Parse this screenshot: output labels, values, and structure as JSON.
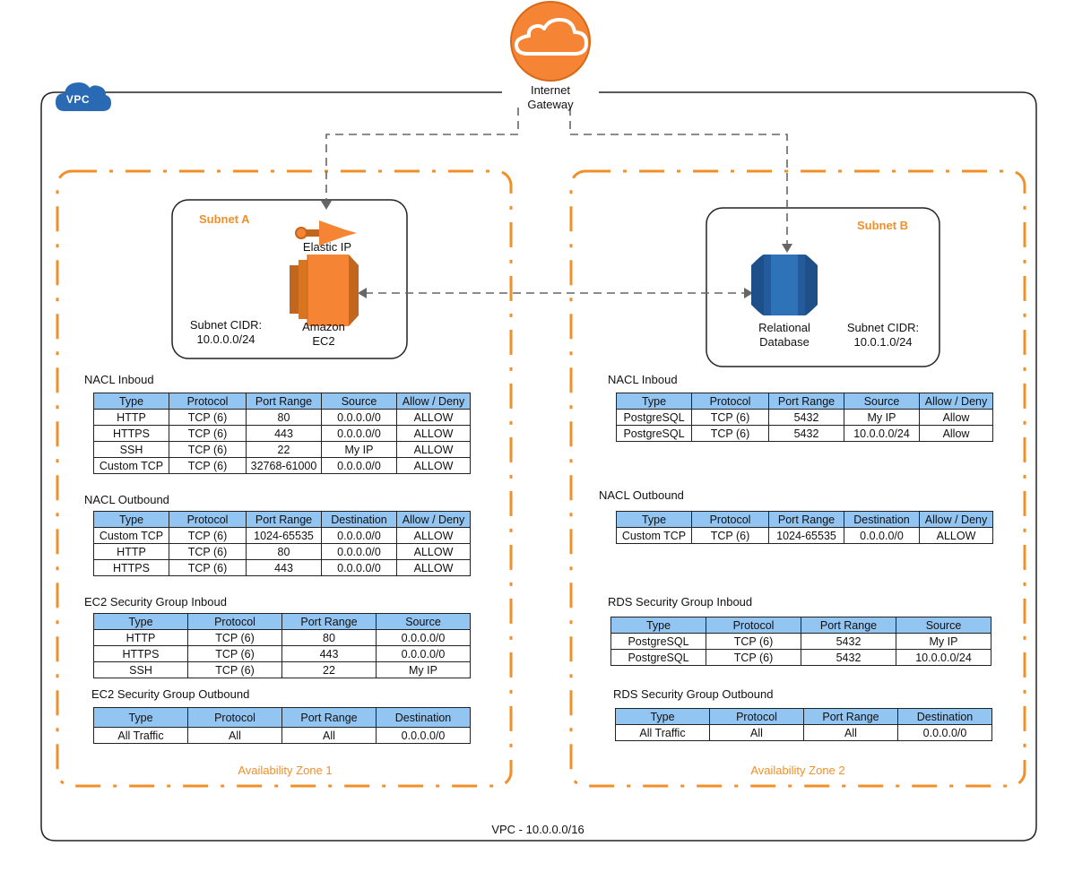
{
  "internet_gateway": {
    "label_line1": "Internet",
    "label_line2": "Gateway"
  },
  "vpc": {
    "badge": "VPC",
    "cidr_label": "VPC - 10.0.0.0/16"
  },
  "zone1": {
    "title": "Availability Zone 1",
    "subnet": {
      "title": "Subnet A",
      "elastic_ip": "Elastic IP",
      "ec2_line1": "Amazon",
      "ec2_line2": "EC2",
      "cidr_line1": "Subnet CIDR:",
      "cidr_line2": "10.0.0.0/24"
    },
    "nacl_inbound": {
      "title": "NACL Inboud",
      "headers": [
        "Type",
        "Protocol",
        "Port Range",
        "Source",
        "Allow / Deny"
      ],
      "rows": [
        [
          "HTTP",
          "TCP (6)",
          "80",
          "0.0.0.0/0",
          "ALLOW"
        ],
        [
          "HTTPS",
          "TCP (6)",
          "443",
          "0.0.0.0/0",
          "ALLOW"
        ],
        [
          "SSH",
          "TCP (6)",
          "22",
          "My IP",
          "ALLOW"
        ],
        [
          "Custom TCP",
          "TCP (6)",
          "32768-61000",
          "0.0.0.0/0",
          "ALLOW"
        ]
      ]
    },
    "nacl_outbound": {
      "title": "NACL Outbound",
      "headers": [
        "Type",
        "Protocol",
        "Port Range",
        "Destination",
        "Allow / Deny"
      ],
      "rows": [
        [
          "Custom TCP",
          "TCP (6)",
          "1024-65535",
          "0.0.0.0/0",
          "ALLOW"
        ],
        [
          "HTTP",
          "TCP (6)",
          "80",
          "0.0.0.0/0",
          "ALLOW"
        ],
        [
          "HTTPS",
          "TCP (6)",
          "443",
          "0.0.0.0/0",
          "ALLOW"
        ]
      ]
    },
    "sg_inbound": {
      "title": "EC2 Security Group Inboud",
      "headers": [
        "Type",
        "Protocol",
        "Port Range",
        "Source"
      ],
      "rows": [
        [
          "HTTP",
          "TCP (6)",
          "80",
          "0.0.0.0/0"
        ],
        [
          "HTTPS",
          "TCP (6)",
          "443",
          "0.0.0.0/0"
        ],
        [
          "SSH",
          "TCP (6)",
          "22",
          "My IP"
        ]
      ]
    },
    "sg_outbound": {
      "title": "EC2 Security Group Outbound",
      "headers": [
        "Type",
        "Protocol",
        "Port Range",
        "Destination"
      ],
      "rows": [
        [
          "All Traffic",
          "All",
          "All",
          "0.0.0.0/0"
        ]
      ]
    }
  },
  "zone2": {
    "title": "Availability Zone 2",
    "subnet": {
      "title": "Subnet B",
      "db_line1": "Relational",
      "db_line2": "Database",
      "cidr_line1": "Subnet CIDR:",
      "cidr_line2": "10.0.1.0/24"
    },
    "nacl_inbound": {
      "title": "NACL Inboud",
      "headers": [
        "Type",
        "Protocol",
        "Port Range",
        "Source",
        "Allow / Deny"
      ],
      "rows": [
        [
          "PostgreSQL",
          "TCP (6)",
          "5432",
          "My IP",
          "Allow"
        ],
        [
          "PostgreSQL",
          "TCP (6)",
          "5432",
          "10.0.0.0/24",
          "Allow"
        ]
      ]
    },
    "nacl_outbound": {
      "title": "NACL Outbound",
      "headers": [
        "Type",
        "Protocol",
        "Port Range",
        "Destination",
        "Allow / Deny"
      ],
      "rows": [
        [
          "Custom TCP",
          "TCP (6)",
          "1024-65535",
          "0.0.0.0/0",
          "ALLOW"
        ]
      ]
    },
    "sg_inbound": {
      "title": "RDS Security Group Inboud",
      "headers": [
        "Type",
        "Protocol",
        "Port Range",
        "Source"
      ],
      "rows": [
        [
          "PostgreSQL",
          "TCP (6)",
          "5432",
          "My IP"
        ],
        [
          "PostgreSQL",
          "TCP (6)",
          "5432",
          "10.0.0.0/24"
        ]
      ]
    },
    "sg_outbound": {
      "title": "RDS Security Group Outbound",
      "headers": [
        "Type",
        "Protocol",
        "Port Range",
        "Destination"
      ],
      "rows": [
        [
          "All Traffic",
          "All",
          "All",
          "0.0.0.0/0"
        ]
      ]
    }
  },
  "colors": {
    "accent_orange": "#f0902a",
    "aws_orange": "#f58534",
    "table_header_blue": "#93c5f2",
    "vpc_blue": "#2a6ab5",
    "rds_blue": "#2e73b8"
  }
}
